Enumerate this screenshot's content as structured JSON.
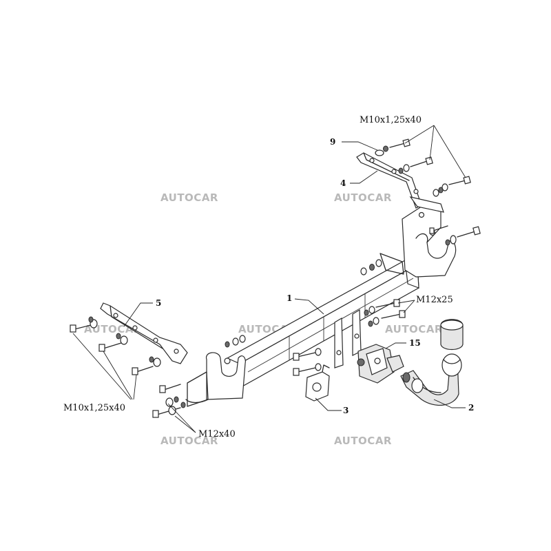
{
  "watermarks": [
    "AUTOCAR",
    "AUTOCAR",
    "AUTOCAR",
    "AUTOCAR",
    "AUTOCAR",
    "AUTOCAR",
    "AUTOCAR"
  ],
  "callouts": {
    "part_1": "1",
    "part_2": "2",
    "part_3": "3",
    "part_4": "4",
    "part_5": "5",
    "part_9": "9",
    "part_15": "15"
  },
  "bolt_specs": {
    "top_right": "M10x1,25x40",
    "bottom_left": "M10x1,25x40",
    "mid_right": "M12x25",
    "bottom_center": "M12x40"
  }
}
